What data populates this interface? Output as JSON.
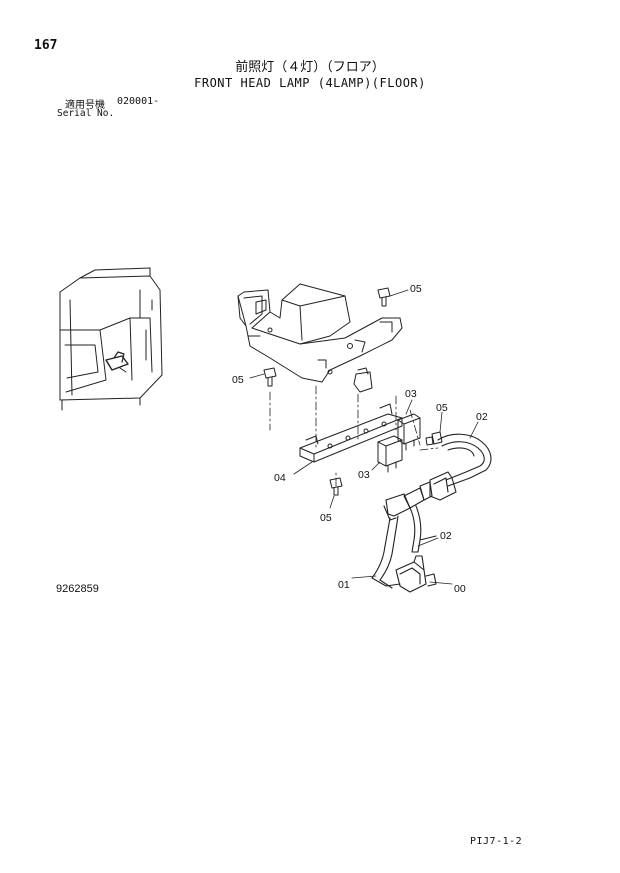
{
  "header": {
    "page_number": "167",
    "title_jp": "前照灯（４灯）（フロア）",
    "title_en": "FRONT HEAD LAMP (4LAMP)(FLOOR)",
    "serial_label_jp": "適用号機",
    "serial_value": "020001-",
    "serial_label_en": "Serial No."
  },
  "callouts": {
    "c05_top": "05",
    "c05_left": "05",
    "c03_top": "03",
    "c05_mid": "05",
    "c02_top": "02",
    "c04": "04",
    "c03_mid": "03",
    "c05_bottom": "05",
    "c02_mid": "02",
    "c01": "01",
    "c00": "00"
  },
  "footer": {
    "drawing_number": "9262859",
    "page_code": "PIJ7-1-2"
  }
}
